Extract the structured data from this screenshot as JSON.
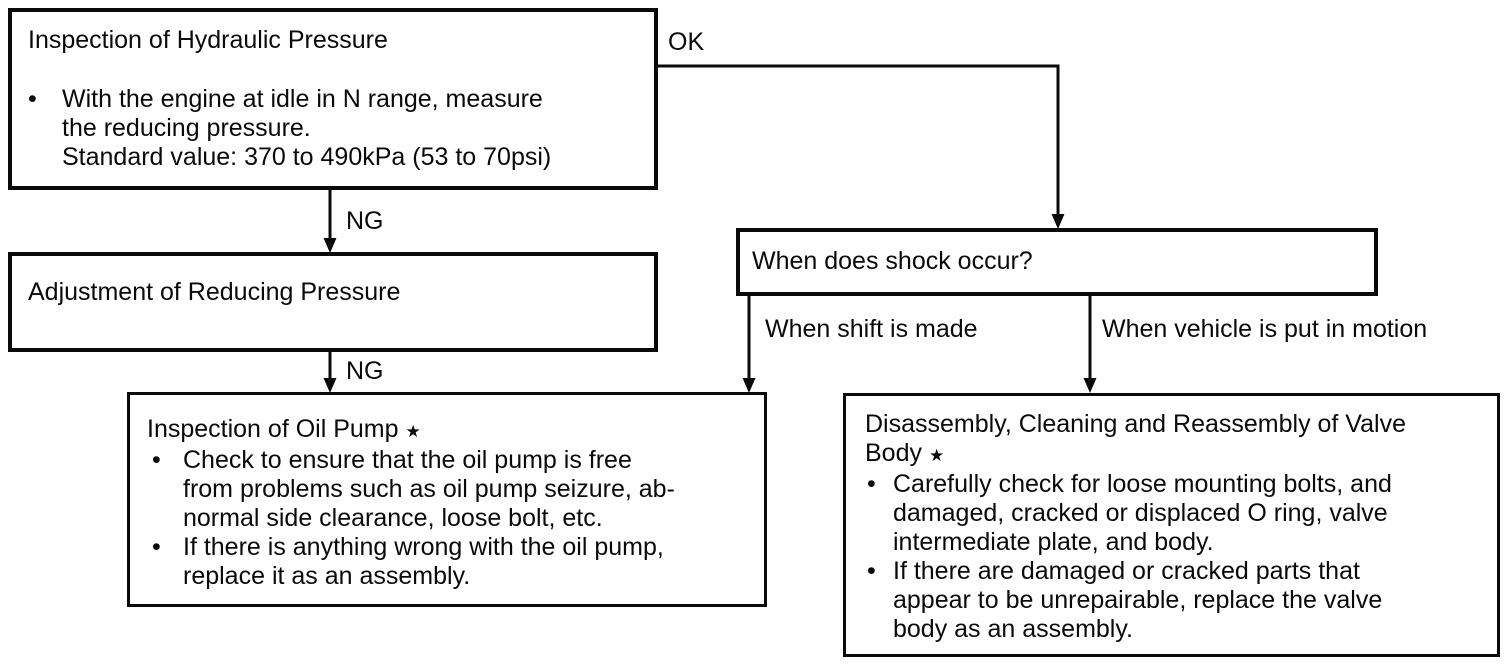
{
  "glyphs": {
    "bullet": "•",
    "star": "★"
  },
  "labels": {
    "ok": "OK",
    "ng_top": "NG",
    "ng_bottom": "NG",
    "when_shift": "When shift is made",
    "when_motion": "When vehicle is put in motion"
  },
  "boxes": {
    "hydraulic": {
      "title": "Inspection of Hydraulic Pressure",
      "bullet1": {
        "lines": [
          "With the engine at idle in N range, measure",
          "the reducing pressure.",
          "Standard value: 370 to 490kPa (53 to 70psi)"
        ]
      }
    },
    "adjustment": {
      "title": "Adjustment of Reducing Pressure"
    },
    "shock": {
      "question": "When does shock occur?"
    },
    "oil_pump": {
      "title": "Inspection of Oil Pump",
      "bullet1": {
        "lines": [
          "Check to ensure that the oil pump is free",
          "from problems such as oil pump seizure, ab-",
          "normal side clearance, loose bolt, etc."
        ]
      },
      "bullet2": {
        "lines": [
          "If there is anything wrong with the oil pump,",
          "replace it as an assembly."
        ]
      }
    },
    "valve_body": {
      "title_line1": "Disassembly, Cleaning and Reassembly of Valve",
      "title_line2": "Body",
      "bullet1": {
        "lines": [
          "Carefully check for loose mounting bolts, and",
          "damaged, cracked or displaced O ring, valve",
          "intermediate plate, and body."
        ]
      },
      "bullet2": {
        "lines": [
          "If there are damaged or cracked parts that",
          "appear to be unrepairable, replace the valve",
          "body as an assembly."
        ]
      }
    }
  }
}
